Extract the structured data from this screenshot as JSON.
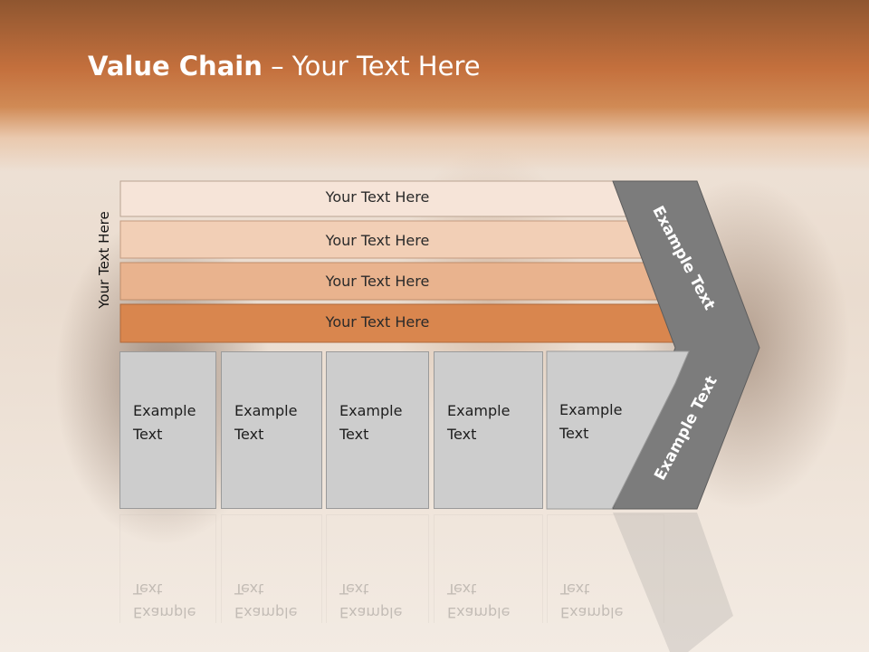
{
  "slide": {
    "title_bold": "Value Chain",
    "title_rest": " – Your Text Here",
    "vertical_label": "Your Text Here"
  },
  "bands": [
    {
      "label": "Your Text Here",
      "color": "#f6e4d8"
    },
    {
      "label": "Your Text Here",
      "color": "#f2cfb6"
    },
    {
      "label": "Your Text Here",
      "color": "#e9b38e"
    },
    {
      "label": "Your Text Here",
      "color": "#d9864e"
    }
  ],
  "boxes": [
    {
      "line1": "Example",
      "line2": "Text"
    },
    {
      "line1": "Example",
      "line2": "Text"
    },
    {
      "line1": "Example",
      "line2": "Text"
    },
    {
      "line1": "Example",
      "line2": "Text"
    },
    {
      "line1": "Example",
      "line2": "Text"
    }
  ],
  "chevron": {
    "upper_label": "Example Text",
    "lower_label": "Example Text",
    "color": "#7c7c7c"
  }
}
